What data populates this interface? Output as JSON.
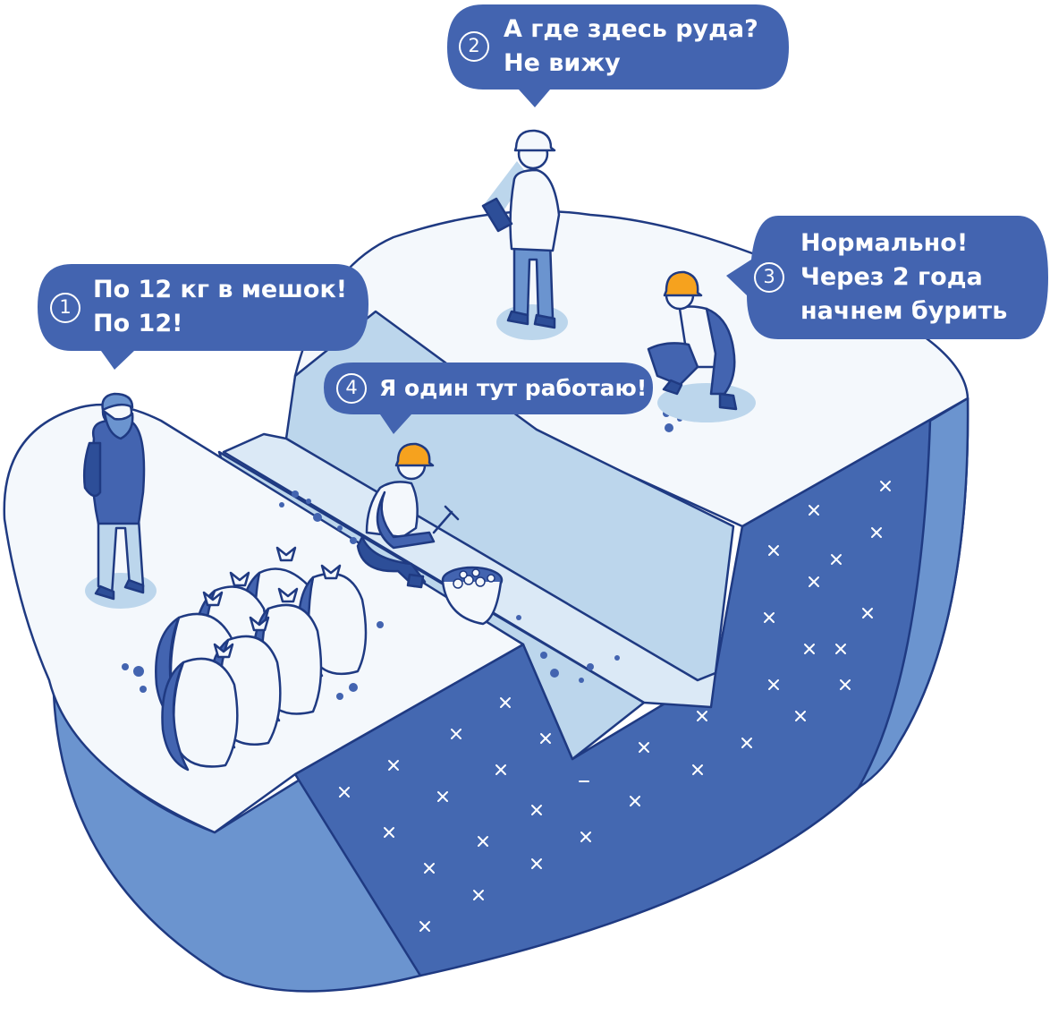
{
  "colors": {
    "primary": "#4364b0",
    "dark_blue": "#2d4e98",
    "side_light": "#6b94cf",
    "light_blue": "#bcd6ec",
    "surface": "#f4f8fc",
    "orange": "#f6a21e"
  },
  "bubbles": [
    {
      "number": "1",
      "lines": [
        "По 12 кг в мешок!",
        "По 12!"
      ]
    },
    {
      "number": "2",
      "lines": [
        "А где здесь руда?",
        "Не вижу"
      ]
    },
    {
      "number": "3",
      "lines": [
        "Нормально!",
        "Через 2 года",
        "начнем бурить"
      ]
    },
    {
      "number": "4",
      "lines": [
        "Я один тут работаю!"
      ]
    }
  ]
}
